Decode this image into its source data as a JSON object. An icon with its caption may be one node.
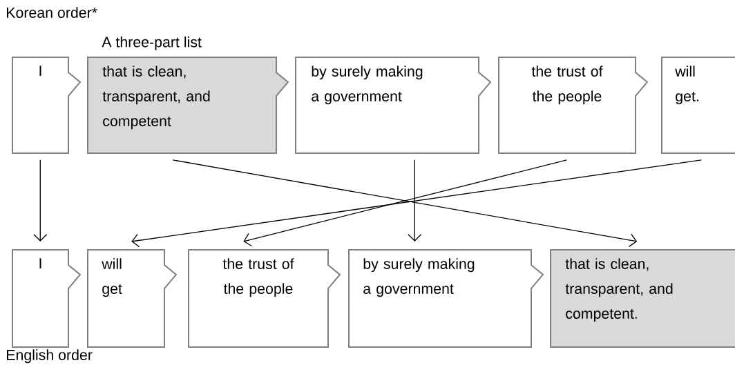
{
  "diagram": {
    "nodes": [
      {
        "text": [
          "I"
        ]
      },
      {
        "text": [
          "that is clean, transparent, and competent"
        ],
        "beside": [
          "A three-part list"
        ]
      },
      {
        "text": [
          "by surely making a government"
        ]
      },
      {
        "text": [
          "the trust of the people"
        ]
      },
      {
        "text": [
          "will get."
        ]
      },
      {
        "text": [
          "I"
        ]
      },
      {
        "text": [
          "will get"
        ]
      },
      {
        "text": [
          "the trust of the people"
        ]
      },
      {
        "text": [
          "by surely making a government"
        ]
      },
      {
        "text": [
          "that is clean, transparent, and competent."
        ]
      }
    ],
    "edges": [
      {
        "from": 0,
        "to": 5,
        "arrow": "to"
      },
      {
        "from": 1,
        "to": 9,
        "arrow": "to"
      },
      {
        "from": 2,
        "to": 8,
        "arrow": "to"
      },
      {
        "from": 3,
        "to": 7,
        "arrow": "to"
      },
      {
        "from": 4,
        "to": 6,
        "arrow": "to"
      }
    ],
    "labels": [
      "Korean order*",
      "English order"
    ]
  }
}
